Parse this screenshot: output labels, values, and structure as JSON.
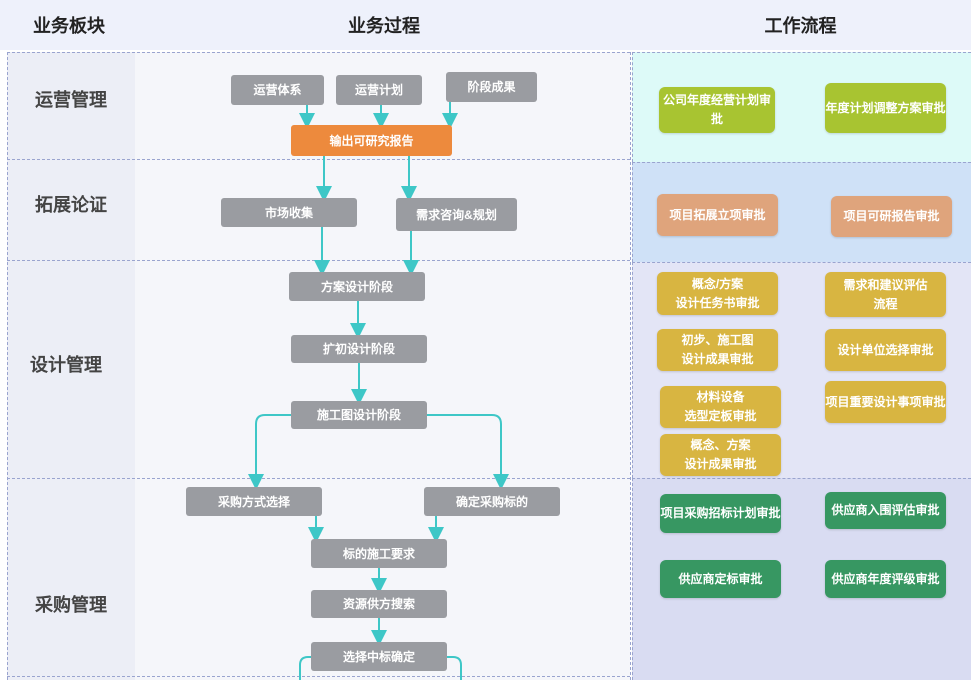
{
  "headers": {
    "col1": "业务板块",
    "col2": "业务过程",
    "col3": "工作流程"
  },
  "lanes": {
    "operation": "运营管理",
    "expansion": "拓展论证",
    "design": "设计管理",
    "procurement": "采购管理"
  },
  "process": {
    "ops_system": "运营体系",
    "ops_plan": "运营计划",
    "stage_results": "阶段成果",
    "feasibility_report": "输出可研究报告",
    "market_collect": "市场收集",
    "demand_consult": "需求咨询&规划",
    "scheme_design": "方案设计阶段",
    "preliminary_design": "扩初设计阶段",
    "construction_drawing": "施工图设计阶段",
    "purchase_method": "采购方式选择",
    "confirm_target": "确定采购标的",
    "construction_req": "标的施工要求",
    "supplier_search": "资源供方搜索",
    "bid_confirm": "选择中标确定"
  },
  "workflow": {
    "annual_plan_review": "公司年度经营计划审批",
    "plan_adjust_review": "年度计划调整方案审批",
    "project_setup_review": "项目拓展立项审批",
    "feasibility_review": "项目可研报告审批",
    "concept_task_review": "概念/方案\n设计任务书审批",
    "demand_eval": "需求和建议评估\n流程",
    "preliminary_result_review": "初步、施工图\n设计成果审批",
    "design_unit_review": "设计单位选择审批",
    "material_review": "材料设备\n选型定板审批",
    "major_design_review": "项目重要设计事项审批",
    "concept_result_review": "概念、方案\n设计成果审批",
    "bid_plan_review": "项目采购招标计划审批",
    "supplier_entry_review": "供应商入围评估审批",
    "supplier_bid_review": "供应商定标审批",
    "supplier_annual_review": "供应商年度评级审批"
  },
  "colors": {
    "gray_box": "#9a9ca1",
    "orange_box": "#ed8a3d",
    "arrow": "#3ec7c7",
    "lime": "#a8c431",
    "peach": "#dfa47c",
    "gold": "#d8b541",
    "dark_green": "#379762"
  }
}
